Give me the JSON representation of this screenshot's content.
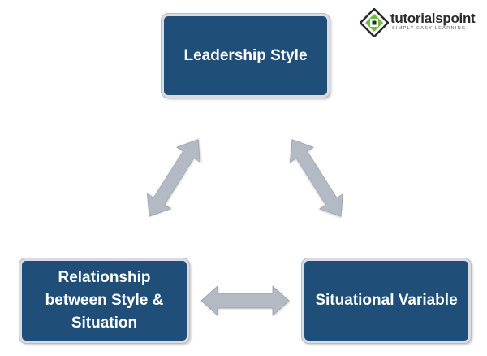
{
  "logo": {
    "wordmark": "tutorialspoint",
    "tagline": "SIMPLY EASY LEARNING"
  },
  "nodes": {
    "top": {
      "label": "Leadership Style"
    },
    "left": {
      "lines": [
        "Relationship",
        "between Style &",
        "Situation"
      ]
    },
    "right": {
      "label": "Situational Variable"
    }
  },
  "colors": {
    "box_fill": "#1f4e79",
    "box_text": "#ffffff",
    "arrow_fill": "#b4bac4",
    "logo_green": "#6bbf3a"
  },
  "icons": [
    "tutorialspoint-logo-icon",
    "double-arrow-icon"
  ]
}
